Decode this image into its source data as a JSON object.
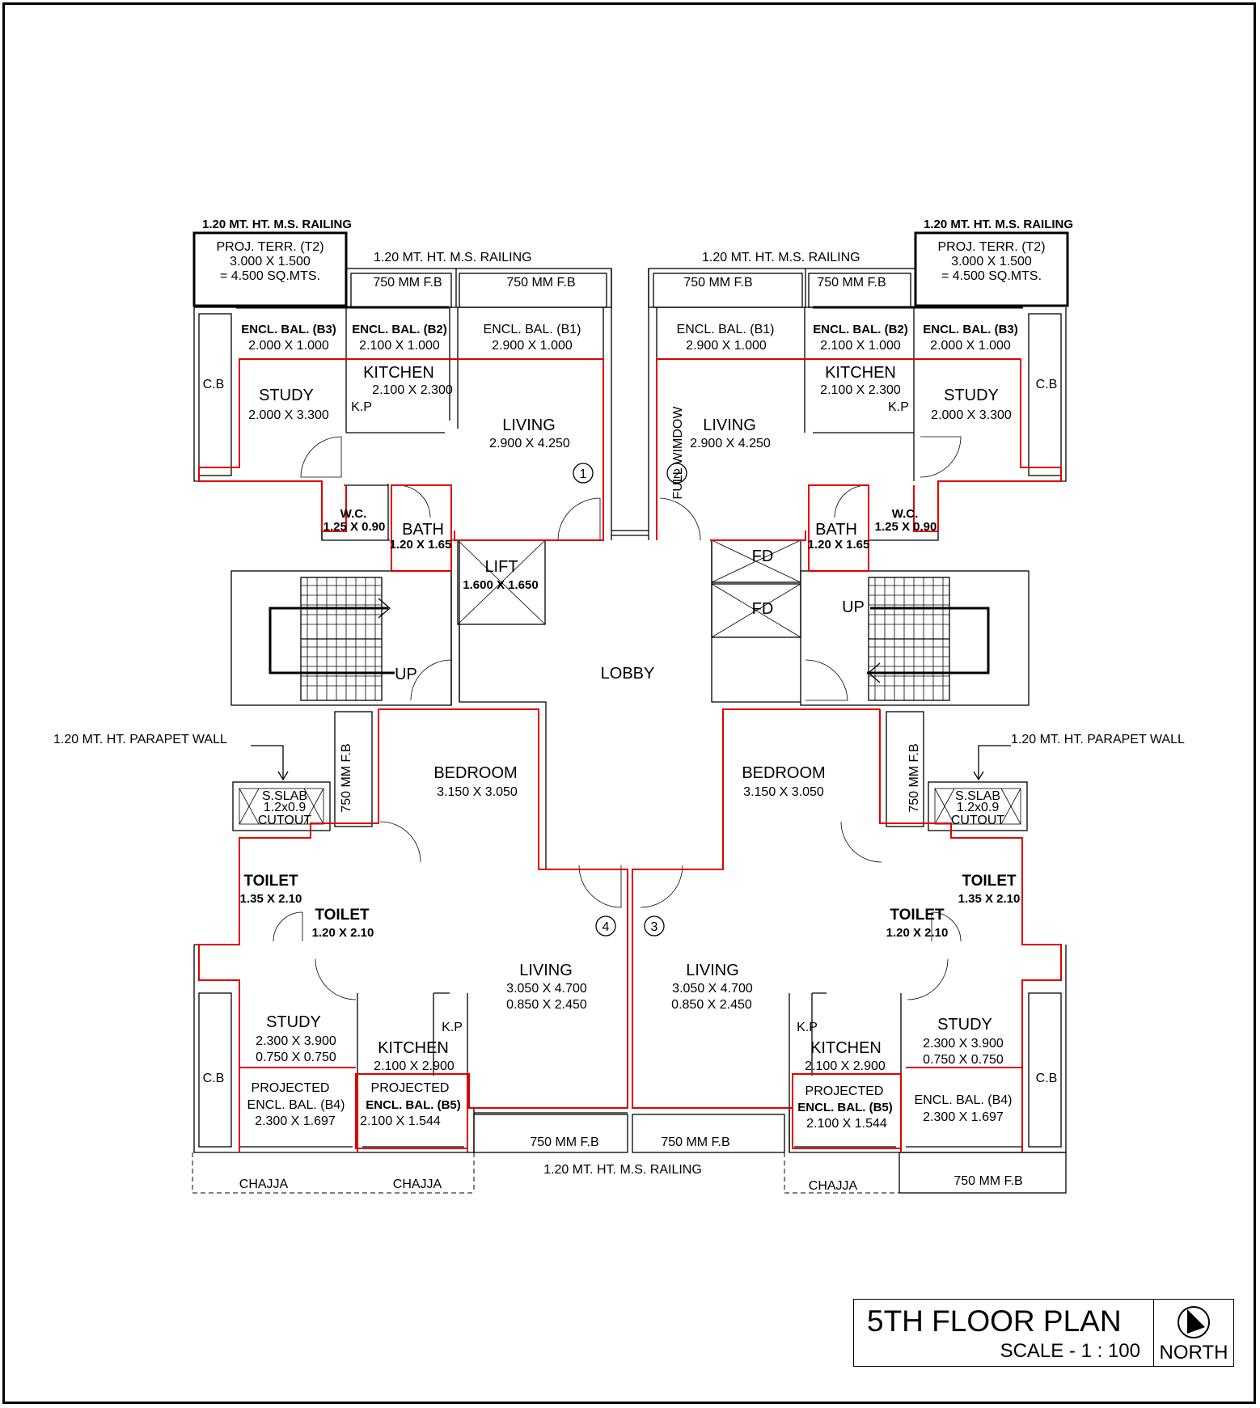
{
  "title": {
    "main": "5TH FLOOR PLAN",
    "scale": "SCALE - 1 : 100",
    "north": "NORTH"
  },
  "icons": {
    "north_arrow": "north-arrow-icon"
  },
  "colors": {
    "ink": "#000000",
    "carpet_outline": "#e00000",
    "background": "#ffffff"
  },
  "labels": {
    "railing_top_ms": "1.20 MT. HT. M.S. RAILING",
    "railing_bold": "1.20 MT. HT. M.S. RAILING",
    "railing_bottom": "1.20 MT. HT. M.S. RAILING",
    "parapet": "1.20 MT. HT. PARAPET WALL",
    "proj_terr": [
      "PROJ. TERR. (T2)",
      "3.000 X 1.500",
      "= 4.500 SQ.MTS."
    ],
    "fb": "750 MM F.B",
    "cb": "C.B",
    "kp": "K.P",
    "chajja": "CHAJJA",
    "full_window": "FULL WIMDOW",
    "lobby": "LOBBY",
    "lift": "LIFT",
    "lift_size": "1.600 X 1.650",
    "fd": "FD",
    "up": "UP",
    "sslab": [
      "S.SLAB",
      "1.2x0.9",
      "CUTOUT"
    ]
  },
  "flats": {
    "f1": {
      "no": "1",
      "b3": "ENCL. BAL. (B3)",
      "b3_size": "2.000 X 1.000",
      "b2": "ENCL. BAL. (B2)",
      "b2_size": "2.100 X 1.000",
      "b1": "ENCL. BAL. (B1)",
      "b1_size": "2.900 X 1.000",
      "study": "STUDY",
      "study_size": "2.000 X 3.300",
      "kitchen": "KITCHEN",
      "kitchen_size": "2.100 X 2.300",
      "living": "LIVING",
      "living_size": "2.900 X 4.250",
      "wc": "W.C.",
      "wc_size": "1.25 X 0.90",
      "bath": "BATH",
      "bath_size": "1.20 X 1.65"
    },
    "f2": {
      "no": "2",
      "b1": "ENCL. BAL. (B1)",
      "b1_size": "2.900 X 1.000",
      "b2": "ENCL. BAL. (B2)",
      "b2_size": "2.100 X 1.000",
      "b3": "ENCL. BAL. (B3)",
      "b3_size": "2.000 X 1.000",
      "living": "LIVING",
      "living_size": "2.900 X 4.250",
      "kitchen": "KITCHEN",
      "kitchen_size": "2.100 X 2.300",
      "study": "STUDY",
      "study_size": "2.000 X 3.300",
      "wc": "W.C.",
      "wc_size": "1.25 X 0.90",
      "bath": "BATH",
      "bath_size": "1.20 X 1.65"
    },
    "f4": {
      "no": "4",
      "bedroom": "BEDROOM",
      "bedroom_size": "3.150 X 3.050",
      "toilet1": "TOILET",
      "toilet1_size": "1.35 X 2.10",
      "toilet2": "TOILET",
      "toilet2_size": "1.20 X 2.10",
      "living": "LIVING",
      "living_size1": "3.050 X 4.700",
      "living_size2": "0.850 X 2.450",
      "study": "STUDY",
      "study_size1": "2.300 X 3.900",
      "study_size2": "0.750 X 0.750",
      "kitchen": "KITCHEN",
      "kitchen_size": "2.100 X 2.900",
      "b4": [
        "PROJECTED",
        "ENCL. BAL. (B4)",
        "2.300 X 1.697"
      ],
      "b5": [
        "PROJECTED",
        "ENCL. BAL. (B5)",
        "2.100 X 1.544"
      ]
    },
    "f3": {
      "no": "3",
      "bedroom": "BEDROOM",
      "bedroom_size": "3.150 X 3.050",
      "toilet1": "TOILET",
      "toilet1_size": "1.35 X 2.10",
      "toilet2": "TOILET",
      "toilet2_size": "1.20 X 2.10",
      "living": "LIVING",
      "living_size1": "3.050 X 4.700",
      "living_size2": "0.850 X 2.450",
      "study": "STUDY",
      "study_size1": "2.300 X 3.900",
      "study_size2": "0.750 X 0.750",
      "kitchen": "KITCHEN",
      "kitchen_size": "2.100 X 2.900",
      "b5": [
        "PROJECTED",
        "ENCL. BAL. (B5)",
        "2.100 X 1.544"
      ],
      "b4": [
        "ENCL. BAL. (B4)",
        "2.300 X 1.697"
      ]
    }
  }
}
